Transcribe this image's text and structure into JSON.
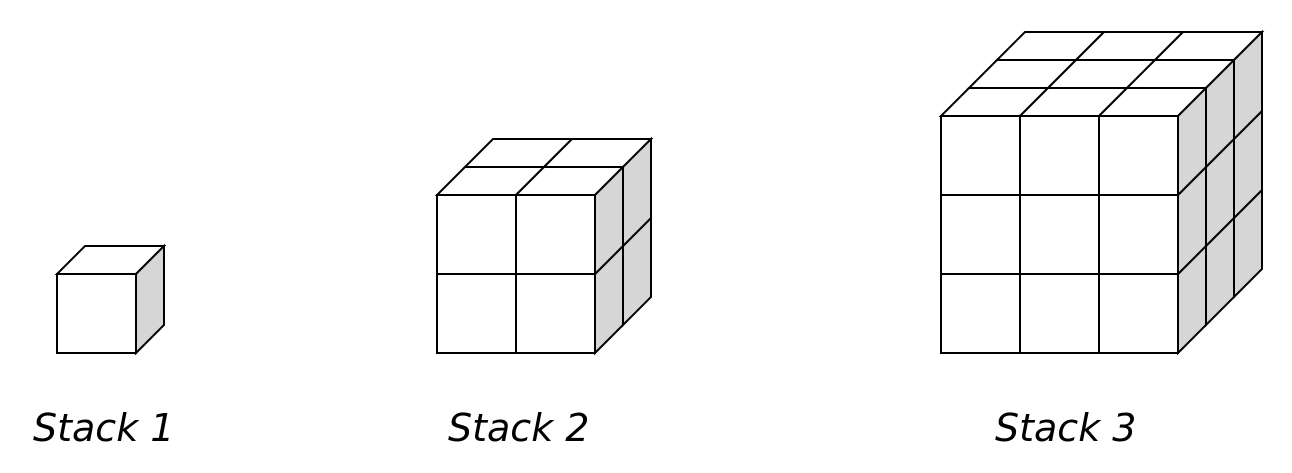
{
  "colors": {
    "face_front": "#ffffff",
    "face_top": "#ffffff",
    "face_side": "#d6d6d6",
    "edge": "#000000"
  },
  "stacks": [
    {
      "label": "Stack 1",
      "n": 1
    },
    {
      "label": "Stack 2",
      "n": 2
    },
    {
      "label": "Stack 3",
      "n": 3
    }
  ]
}
